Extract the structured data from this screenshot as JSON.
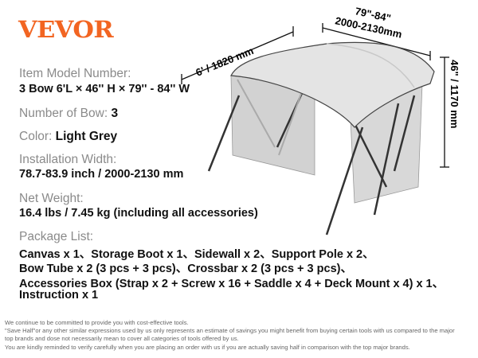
{
  "brand": "VEVOR",
  "dimensions": {
    "length": "6' / 1820 mm",
    "width_in": "79\"-84\"",
    "width_mm": "2000-2130mm",
    "height": "46\" / 1170 mm"
  },
  "specs": {
    "model_label": "Item Model Number:",
    "model_value": "3 Bow  6'L × 46'' H × 79'' - 84'' W",
    "bow_label": "Number of Bow: ",
    "bow_value": "3",
    "color_label": "Color: ",
    "color_value": "Light Grey",
    "install_label": "Installation Width:",
    "install_value": "78.7-83.9 inch / 2000-2130 mm",
    "weight_label": "Net Weight:",
    "weight_value": "16.4 lbs / 7.45 kg (including all accessories)",
    "package_label": "Package List:",
    "package_lines": [
      "Canvas x 1、Storage Boot x 1、Sidewall x 2、Support Pole x 2、",
      "Bow Tube x 2 (3 pcs + 3 pcs)、Crossbar x 2 (3 pcs + 3 pcs)、",
      "Accessories Box (Strap x 2 + Screw x 16 + Saddle x 4 + Deck Mount x 4) x 1、",
      "Instruction x 1"
    ]
  },
  "footer": [
    "We continue to be committed to provide you with cost-effective tools.",
    "\"Save Half\"or any other similar expressions used by us only represents an estimate of savings you might benefit from buying certain tools with us compared to the major",
    "top brands and dose not necessarily mean to cover all categories of tools offered by us.",
    "You are kindly reminded to verify carefully when you are placing an order with us if you are actually saving half in comparison with the top major brands."
  ],
  "colors": {
    "brand": "#f26522",
    "canopy": "#dcdcdc"
  }
}
